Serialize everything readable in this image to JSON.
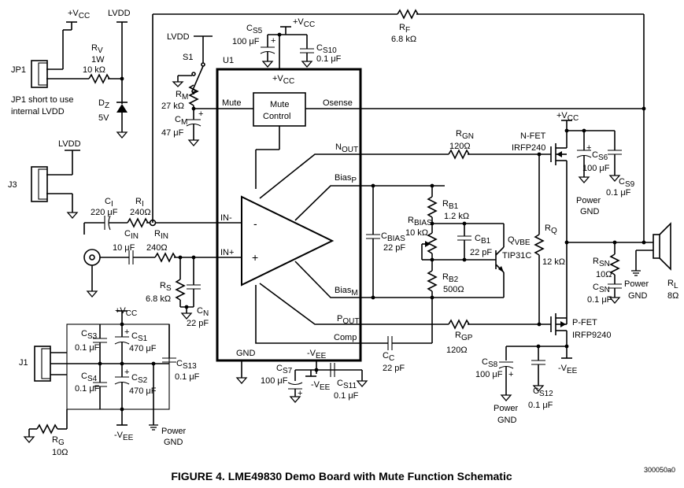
{
  "caption": "FIGURE 4. LME49830 Demo Board with Mute Function Schematic",
  "figure_id": "300050a0",
  "labels": {
    "vcc": "+V",
    "vcc_sub": "CC",
    "vee": "-V",
    "vee_sub": "EE",
    "lvdd": "LVDD",
    "jp1": "JP1",
    "jp1_note_1": "JP1 short to use",
    "jp1_note_2": "internal LVDD",
    "rv": "R",
    "rv_sub": "V",
    "rv_val1": "1W",
    "rv_val2": "10 kΩ",
    "dz": "D",
    "dz_sub": "Z",
    "dz_val": "5V",
    "j3": "J3",
    "j1": "J1",
    "ci": "C",
    "ci_sub": "I",
    "ci_val": "220 μF",
    "ri": "R",
    "ri_sub": "I",
    "ri_val": "240Ω",
    "cin": "C",
    "cin_sub": "IN",
    "cin_val": "10 μF",
    "rin": "R",
    "rin_sub": "IN",
    "rin_val": "240Ω",
    "rs": "R",
    "rs_sub": "S",
    "rs_val": "6.8 kΩ",
    "cn": "C",
    "cn_sub": "N",
    "cn_val": "22 pF",
    "s1": "S1",
    "rm": "R",
    "rm_sub": "M",
    "rm_val": "27 kΩ",
    "cm": "C",
    "cm_sub": "M",
    "cm_val": "47 μF",
    "u1": "U1",
    "mute": "Mute",
    "mute_ctrl_1": "Mute",
    "mute_ctrl_2": "Control",
    "osense": "Osense",
    "nout": "N",
    "nout_sub": "OUT",
    "biasp": "Bias",
    "biasp_sub": "P",
    "biasm": "Bias",
    "biasm_sub": "M",
    "pout": "P",
    "pout_sub": "OUT",
    "comp": "Comp",
    "gnd": "GND",
    "in_minus": "IN-",
    "in_plus": "IN+",
    "minus": "-",
    "plus": "+",
    "cs5": "C",
    "cs5_sub": "S5",
    "cs5_val": "100 μF",
    "cs10": "C",
    "cs10_sub": "S10",
    "cs10_val": "0.1 μF",
    "rf": "R",
    "rf_sub": "F",
    "rf_val": "6.8 kΩ",
    "rgn": "R",
    "rgn_sub": "GN",
    "rgn_val": "120Ω",
    "rgp": "R",
    "rgp_sub": "GP",
    "rgp_val": "120Ω",
    "nfet_1": "N-FET",
    "nfet_2": "IRFP240",
    "pfet_1": "P-FET",
    "pfet_2": "IRFP9240",
    "cs6": "C",
    "cs6_sub": "S6",
    "cs6_val": "100 μF",
    "cs9": "C",
    "cs9_sub": "S9",
    "cs9_val": "0.1 μF",
    "power_gnd_1": "Power",
    "power_gnd_2": "GND",
    "cbias": "C",
    "cbias_sub": "BIAS",
    "cbias_val": "22 pF",
    "rb1": "R",
    "rb1_sub": "B1",
    "rb1_val": "1.2 kΩ",
    "rbias": "R",
    "rbias_sub": "BIAS",
    "rbias_val": "10 kΩ",
    "cb1": "C",
    "cb1_sub": "B1",
    "cb1_val": "22 pF",
    "qvbe": "Q",
    "qvbe_sub": "VBE",
    "qvbe_val": "TIP31C",
    "rb2": "R",
    "rb2_sub": "B2",
    "rb2_val": "500Ω",
    "rq": "R",
    "rq_sub": "Q",
    "rq_val": "12 kΩ",
    "rsn": "R",
    "rsn_sub": "SN",
    "rsn_val": "10Ω",
    "csn": "C",
    "csn_sub": "SN",
    "csn_val": "0.1 μF",
    "rl": "R",
    "rl_sub": "L",
    "rl_val": "8Ω",
    "cc": "C",
    "cc_sub": "C",
    "cc_val": "22 pF",
    "cs7": "C",
    "cs7_sub": "S7",
    "cs7_val": "100 μF",
    "cs11": "C",
    "cs11_sub": "S11",
    "cs11_val": "0.1 μF",
    "cs8": "C",
    "cs8_sub": "S8",
    "cs8_val": "100 μF",
    "cs12": "C",
    "cs12_sub": "S12",
    "cs12_val": "0.1 μF",
    "cs3": "C",
    "cs3_sub": "S3",
    "cs3_val": "0.1 μF",
    "cs1": "C",
    "cs1_sub": "S1",
    "cs1_val": "470 μF",
    "cs4": "C",
    "cs4_sub": "S4",
    "cs4_val": "0.1 μF",
    "cs2": "C",
    "cs2_sub": "S2",
    "cs2_val": "470 μF",
    "cs13": "C",
    "cs13_sub": "S13",
    "cs13_val": "0.1 μF",
    "rg": "R",
    "rg_sub": "G",
    "rg_val": "10Ω"
  }
}
